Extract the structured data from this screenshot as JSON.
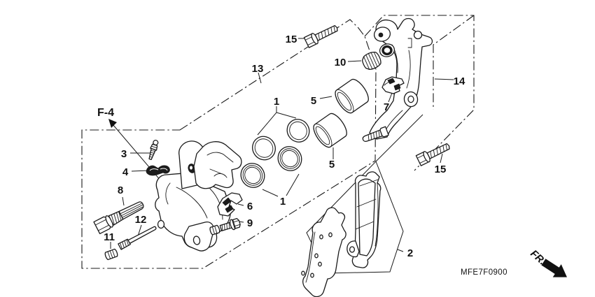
{
  "diagram": {
    "title_code": "MFE7F0900",
    "direction_label": "FR.",
    "view_ref": "F-4",
    "colors": {
      "line": "#1a1a1a",
      "background": "#ffffff"
    },
    "labels": {
      "p1a": "1",
      "p1b": "1",
      "p2": "2",
      "p3": "3",
      "p4": "4",
      "p5a": "5",
      "p5b": "5",
      "p6": "6",
      "p7": "7",
      "p8": "8",
      "p9": "9",
      "p10": "10",
      "p11": "11",
      "p12": "12",
      "p13": "13",
      "p14": "14",
      "p15a": "15",
      "p15b": "15"
    }
  }
}
